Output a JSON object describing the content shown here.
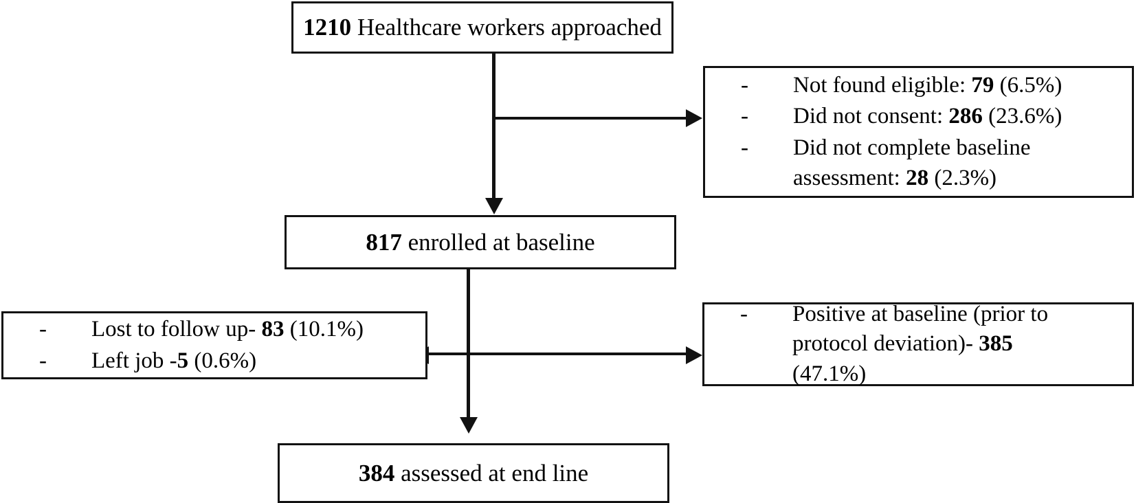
{
  "diagram": {
    "type": "participant-flow-diagram",
    "nodes": {
      "approached": {
        "count": "1210",
        "label": " Healthcare workers approached"
      },
      "excluded": {
        "items": [
          {
            "marker": "-",
            "text_before": "Not found eligible: ",
            "value": "79",
            "text_after": " (6.5%)"
          },
          {
            "marker": "-",
            "text_before": "Did not consent: ",
            "value": "286",
            "text_after": " (23.6%)"
          },
          {
            "marker": "-",
            "text_before": "Did not complete baseline assessment: ",
            "value": "28",
            "text_after": " (2.3%)"
          }
        ]
      },
      "enrolled": {
        "count": "817",
        "label": " enrolled at baseline"
      },
      "attrition_left": {
        "items": [
          {
            "marker": "-",
            "text_before": "Lost to follow up- ",
            "value": "83",
            "text_after": " (10.1%)"
          },
          {
            "marker": "-",
            "text_before": "Left job -",
            "value": "5",
            "text_after": " (0.6%)"
          }
        ]
      },
      "attrition_right": {
        "items": [
          {
            "marker": "-",
            "text_before": "Positive at baseline (prior to protocol deviation)- ",
            "value": "385",
            "text_after": " (47.1%)"
          }
        ]
      },
      "assessed": {
        "count": "384",
        "label": " assessed at end line"
      }
    },
    "colors": {
      "line": "#121212",
      "background": "#ffffff",
      "text": "#000000"
    }
  }
}
